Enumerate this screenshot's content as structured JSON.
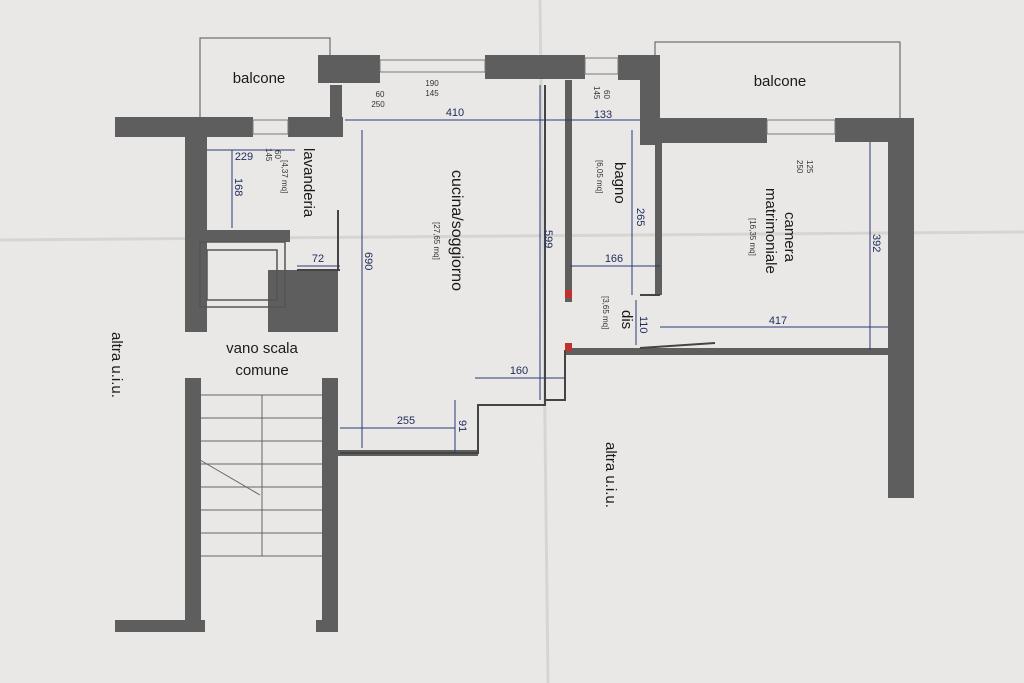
{
  "rooms": {
    "balcone_left": "balcone",
    "balcone_right": "balcone",
    "lavanderia": "lavanderia",
    "lavanderia_area": "[4,37 mq]",
    "cucina": "cucina/soggiorno",
    "cucina_area": "[27,65 mq]",
    "bagno": "bagno",
    "bagno_area": "[6,05 mq]",
    "camera_line1": "camera",
    "camera_line2": "matrimoniale",
    "camera_area": "[16,35 mq]",
    "dis": "dis",
    "dis_area": "[3,65 mq]",
    "vano_line1": "vano scala",
    "vano_line2": "comune",
    "altra_left": "altra u.i.u.",
    "altra_center": "altra u.i.u."
  },
  "dimensions": {
    "d410": "410",
    "d133": "133",
    "d229": "229",
    "d168": "168",
    "d72": "72",
    "d690": "690",
    "d599": "599",
    "d265": "265",
    "d166": "166",
    "d110": "110",
    "d417": "417",
    "d392": "392",
    "d160": "160",
    "d255": "255",
    "d91": "91"
  },
  "openings": {
    "w_cucina_l_top": "60",
    "w_cucina_l_bot": "250",
    "w_cucina_c_top": "190",
    "w_cucina_c_bot": "145",
    "w_bagno_top": "60",
    "w_bagno_bot": "145",
    "w_lav_top": "60",
    "w_lav_bot": "145",
    "w_camera_top": "125",
    "w_camera_bot": "250"
  },
  "colors": {
    "paper": "#e9e8e6",
    "wall": "#5e5e5e",
    "dimension_line": "#2b3a78"
  }
}
